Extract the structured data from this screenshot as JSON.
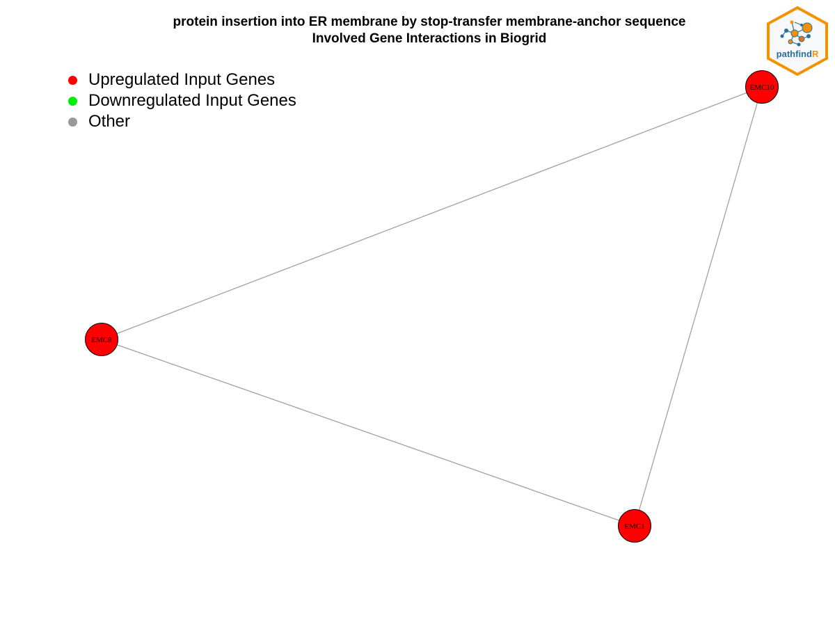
{
  "title": {
    "line1": "protein insertion into ER membrane by stop-transfer membrane-anchor sequence",
    "line2": "Involved Gene Interactions in Biogrid"
  },
  "legend": [
    {
      "label": "Upregulated Input Genes",
      "color": "#ff0000"
    },
    {
      "label": "Downregulated Input Genes",
      "color": "#00ee00"
    },
    {
      "label": "Other",
      "color": "#999999"
    }
  ],
  "logo": {
    "text_main": "pathfind",
    "text_accent": "R"
  },
  "network": {
    "nodes": [
      {
        "id": "EMC10",
        "status": "upregulated"
      },
      {
        "id": "EMC8",
        "status": "upregulated"
      },
      {
        "id": "EMC1",
        "status": "upregulated"
      }
    ],
    "edges": [
      {
        "source": "EMC10",
        "target": "EMC8"
      },
      {
        "source": "EMC10",
        "target": "EMC1"
      },
      {
        "source": "EMC8",
        "target": "EMC1"
      }
    ],
    "colors": {
      "upregulated": "#ff0000",
      "downregulated": "#00ee00",
      "other": "#999999",
      "edge": "#a0a0a0"
    }
  }
}
